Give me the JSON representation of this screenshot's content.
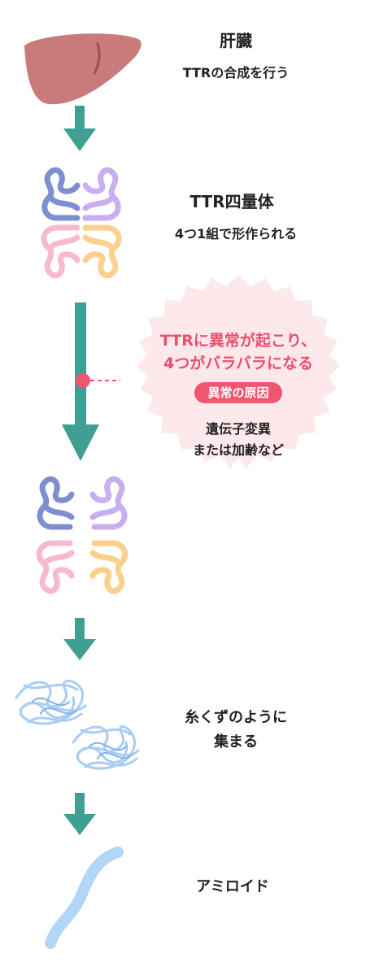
{
  "step1": {
    "title": "肝臓",
    "subtitle": "TTRの合成を行う"
  },
  "step2": {
    "title": "TTR四量体",
    "subtitle": "4つ1組で形作られる"
  },
  "callout": {
    "headline_line1": "TTRに異常が起こり、",
    "headline_line2": "4つがバラバラになる",
    "badge": "異常の原因",
    "cause_line1": "遺伝子変異",
    "cause_line2": "または加齢など"
  },
  "step4": {
    "line1": "糸くずのように",
    "line2": "集まる"
  },
  "step5": {
    "label": "アミロイド"
  },
  "colors": {
    "arrow": "#3f9f93",
    "liver": "#c97b7b",
    "burst": "#fde8ec",
    "accent_pink": "#f0566f",
    "strand_blue": "#7e8fcf",
    "strand_purple": "#c9aef0",
    "strand_pink": "#f7b9cf",
    "strand_orange": "#fbcf8c",
    "amyloid": "#b2d6f6"
  }
}
